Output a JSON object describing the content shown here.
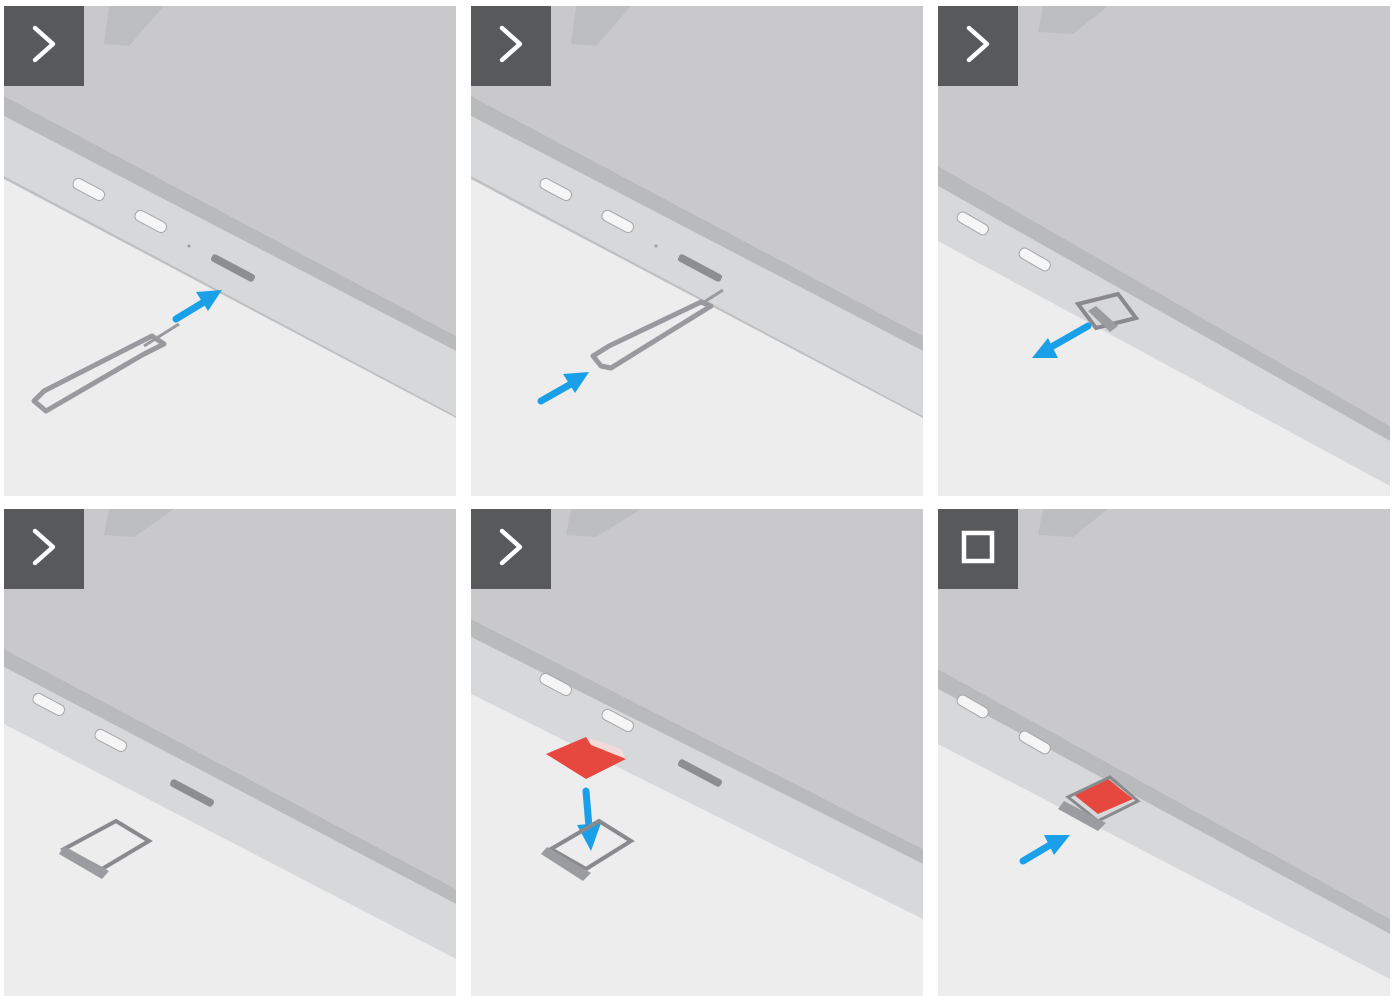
{
  "colors": {
    "badge": "#58595b",
    "arrow": "#1aa0e8",
    "sim_red": "#e6473f",
    "tray": "#8a8a8e"
  },
  "steps": [
    {
      "icon": "chevron-right-icon",
      "action": "insert-pin"
    },
    {
      "icon": "chevron-right-icon",
      "action": "push-pin"
    },
    {
      "icon": "chevron-right-icon",
      "action": "pull-tray"
    },
    {
      "icon": "chevron-right-icon",
      "action": "tray-removed"
    },
    {
      "icon": "chevron-right-icon",
      "action": "place-sim"
    },
    {
      "icon": "square-stop-icon",
      "action": "insert-tray"
    }
  ]
}
